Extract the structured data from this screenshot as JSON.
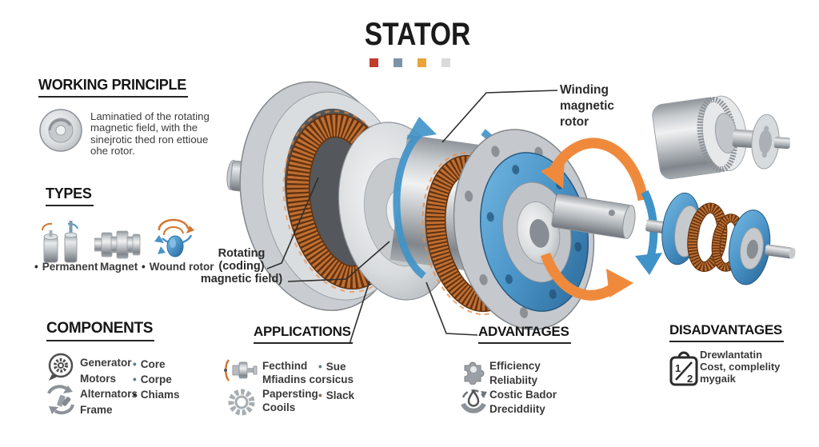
{
  "title": {
    "text": "STATOR"
  },
  "title_squares": [
    "#c43a2d",
    "#7e93a7",
    "#e9a33a",
    "#dadada"
  ],
  "diagram": {
    "label_winding": {
      "l1": "Winding",
      "l2": "magnetic",
      "l3": "rotor"
    },
    "label_rotating": {
      "l1": "Rotating",
      "l2": "(coding)",
      "l3": "magnetic field)"
    },
    "colors": {
      "copper": "#c06f33",
      "blue_arrow": "#3f93c9",
      "orange_arrow": "#ef8a3d",
      "flange_blue": "#4a94c7",
      "metal_gray": "#c5c9cd"
    }
  },
  "working_principle": {
    "heading": "WORKING PRINCIPLE",
    "lines": [
      "Laminatied of the rotating",
      "magnetic field, with the",
      "sinejrotic thed ron ettioue",
      "ohe rotor."
    ]
  },
  "types": {
    "heading": "TYPES",
    "items": [
      {
        "bullet": "•",
        "label": "Permanent"
      },
      {
        "bullet": "",
        "label": "Magnet"
      },
      {
        "bullet": "•",
        "label": "Wound rotor"
      }
    ]
  },
  "components": {
    "heading": "COMPONENTS",
    "left": [
      "Generator",
      "Motors",
      "Alternators",
      "Frame"
    ],
    "right": [
      {
        "bullet": "•",
        "label": "Core"
      },
      {
        "bullet": "•",
        "label": "Corpe"
      },
      {
        "bullet": "•",
        "label": "Chiams"
      }
    ]
  },
  "applications": {
    "heading": "APPLICATIONS",
    "left": [
      "Fecthind",
      "Mfiadins corsicus",
      "Papersting",
      "Cooils"
    ],
    "right": [
      {
        "bullet": "•",
        "label": "Sue"
      },
      {
        "bullet": "•",
        "label": "Slack"
      }
    ]
  },
  "advantages": {
    "heading": "ADVANTAGES",
    "lines": [
      "Efficiency",
      "Reliabiity",
      "Costic Bador",
      "Dreciddiity"
    ]
  },
  "disadvantages": {
    "heading": "DISADVANTAGES",
    "lines": [
      "Drewlantatin",
      "Cost, complelity",
      "mygaik"
    ]
  }
}
